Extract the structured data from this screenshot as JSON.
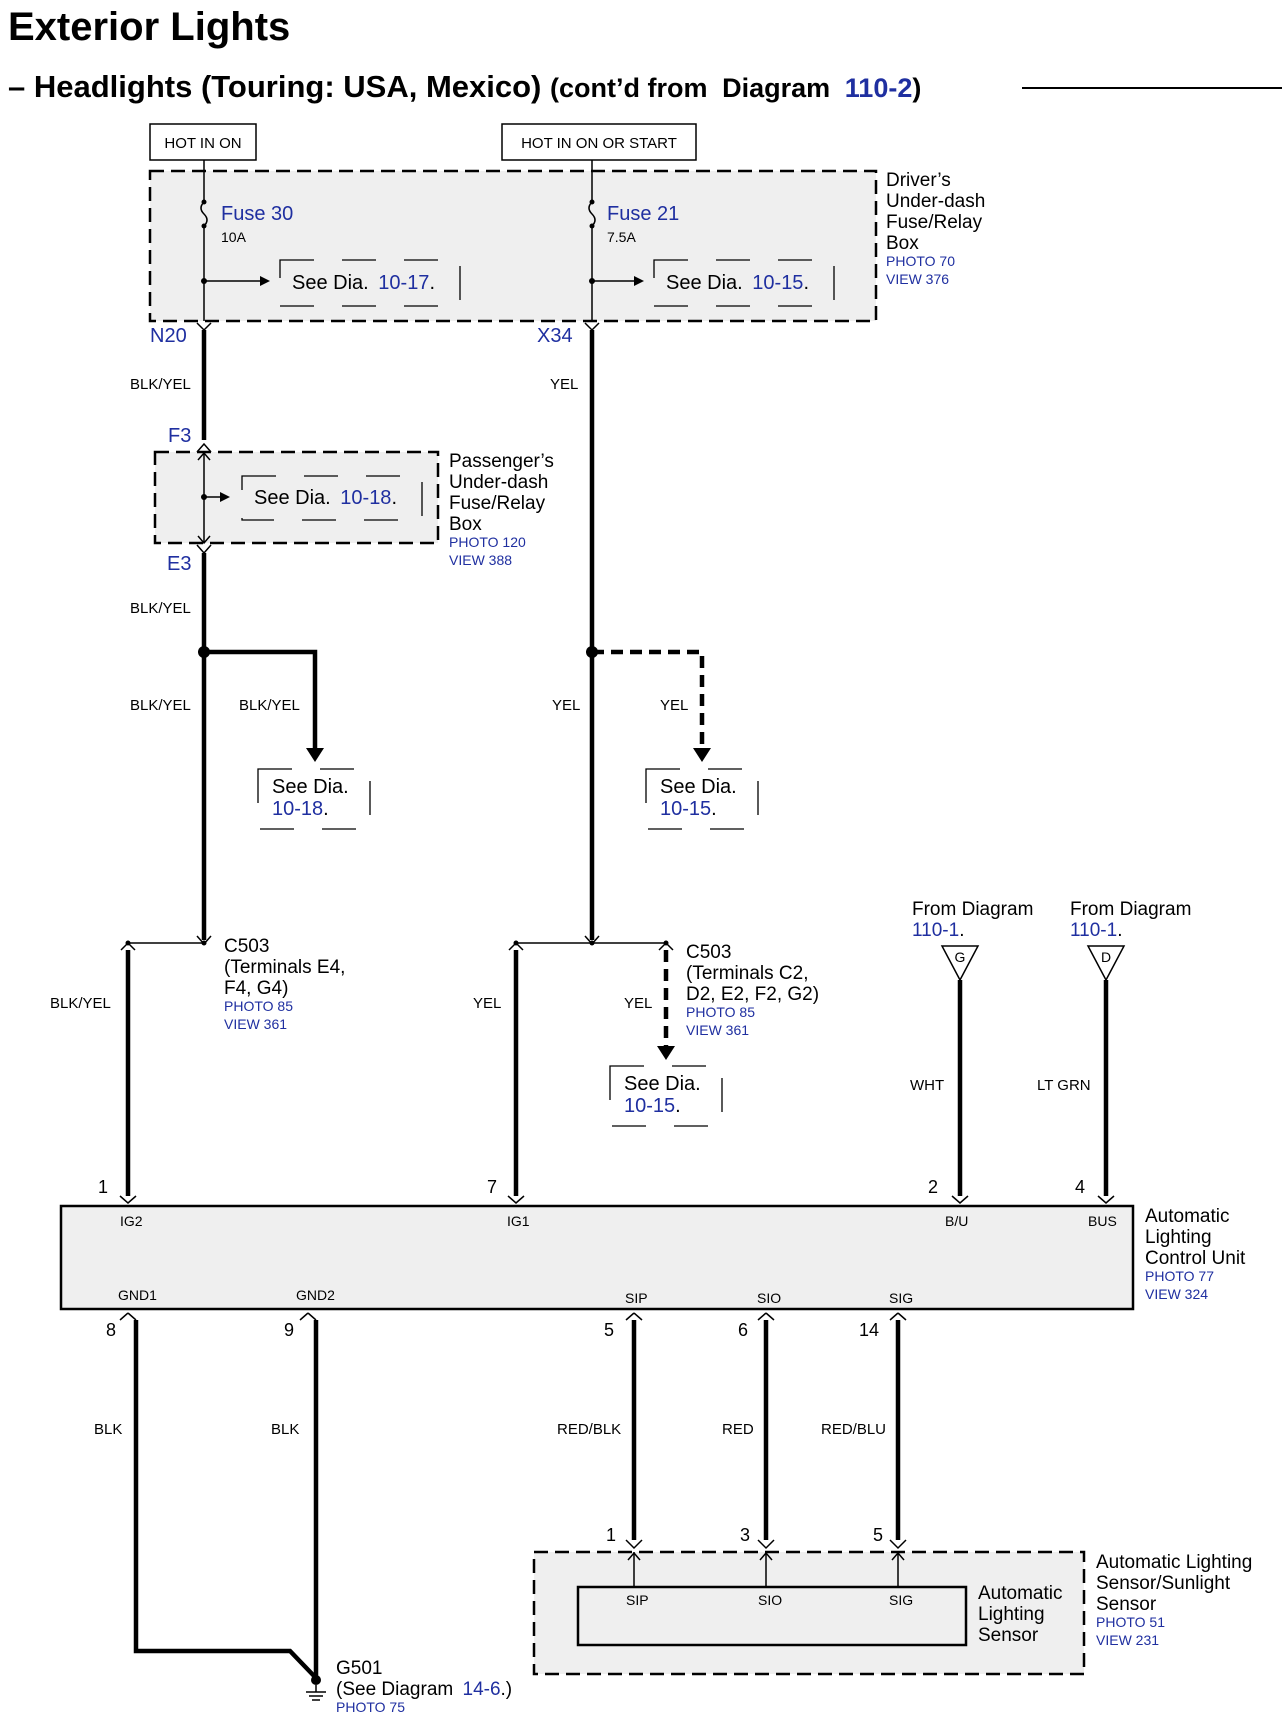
{
  "title": "Exterior Lights",
  "subtitle": {
    "dash": "–",
    "main": "Headlights (Touring: USA, Mexico)",
    "contd_prefix": "(cont’d from",
    "contd_word": "Diagram",
    "contd_ref": "110-2",
    "contd_suffix": ")"
  },
  "power": {
    "hot_on": "HOT IN ON",
    "hot_on_start": "HOT IN ON OR START"
  },
  "driver_box": {
    "name_lines": [
      "Driver’s",
      "Under-dash",
      "Fuse/Relay",
      "Box"
    ],
    "photo": "PHOTO 70",
    "view": "VIEW 376",
    "fuse30": {
      "name": "Fuse 30",
      "rating": "10A",
      "see": "See  Dia.",
      "ref": "10-17",
      "dot": "."
    },
    "fuse21": {
      "name": "Fuse 21",
      "rating": "7.5A",
      "see": "See  Dia.",
      "ref": "10-15",
      "dot": "."
    },
    "term_left": "N20",
    "term_right": "X34"
  },
  "passenger_box": {
    "name_lines": [
      "Passenger’s",
      "Under-dash",
      "Fuse/Relay",
      "Box"
    ],
    "photo": "PHOTO 120",
    "view": "VIEW 388",
    "see": "See  Dia.",
    "ref": "10-18",
    "dot": ".",
    "term_in": "F3",
    "term_out": "E3"
  },
  "wires": {
    "blk_yel": "BLK/YEL",
    "yel": "YEL",
    "wht": "WHT",
    "lt_grn": "LT GRN",
    "blk": "BLK",
    "red_blk": "RED/BLK",
    "red": "RED",
    "red_blu": "RED/BLU"
  },
  "see_refs": {
    "see": "See  Dia.",
    "ref_1018": "10-18",
    "ref_1015": "10-15",
    "dot": "."
  },
  "c503_left": {
    "name": "C503",
    "line2": "(Terminals E4,",
    "line3": "F4, G4)",
    "photo": "PHOTO 85",
    "view": "VIEW 361"
  },
  "c503_right": {
    "name": "C503",
    "line2": "(Terminals C2,",
    "line3": "D2, E2, F2, G2)",
    "photo": "PHOTO 85",
    "view": "VIEW 361"
  },
  "from_g": {
    "text": "From Diagram",
    "ref": "110-1",
    "dot": ".",
    "letter": "G"
  },
  "from_d": {
    "text": "From Diagram",
    "ref": "110-1",
    "dot": ".",
    "letter": "D"
  },
  "control_unit": {
    "name_lines": [
      "Automatic",
      "Lighting",
      "Control Unit"
    ],
    "photo": "PHOTO 77",
    "view": "VIEW 324",
    "pins_top": [
      {
        "num": "1",
        "label": "IG2"
      },
      {
        "num": "7",
        "label": "IG1"
      },
      {
        "num": "2",
        "label": "B/U"
      },
      {
        "num": "4",
        "label": "BUS"
      }
    ],
    "pins_bottom": [
      {
        "num": "8",
        "label": "GND1"
      },
      {
        "num": "9",
        "label": "GND2"
      },
      {
        "num": "5",
        "label": "SIP"
      },
      {
        "num": "6",
        "label": "SIO"
      },
      {
        "num": "14",
        "label": "SIG"
      }
    ]
  },
  "sensor": {
    "outer_lines": [
      "Automatic Lighting",
      "Sensor/Sunlight",
      "Sensor"
    ],
    "photo": "PHOTO 51",
    "view": "VIEW 231",
    "inner_lines": [
      "Automatic",
      "Lighting",
      "Sensor"
    ],
    "pins": [
      {
        "num": "1",
        "label": "SIP"
      },
      {
        "num": "3",
        "label": "SIO"
      },
      {
        "num": "5",
        "label": "SIG"
      }
    ]
  },
  "ground": {
    "name": "G501",
    "see_prefix": "(See Diagram",
    "ref": "14-6",
    "suffix": ".)",
    "photo": "PHOTO 75"
  }
}
